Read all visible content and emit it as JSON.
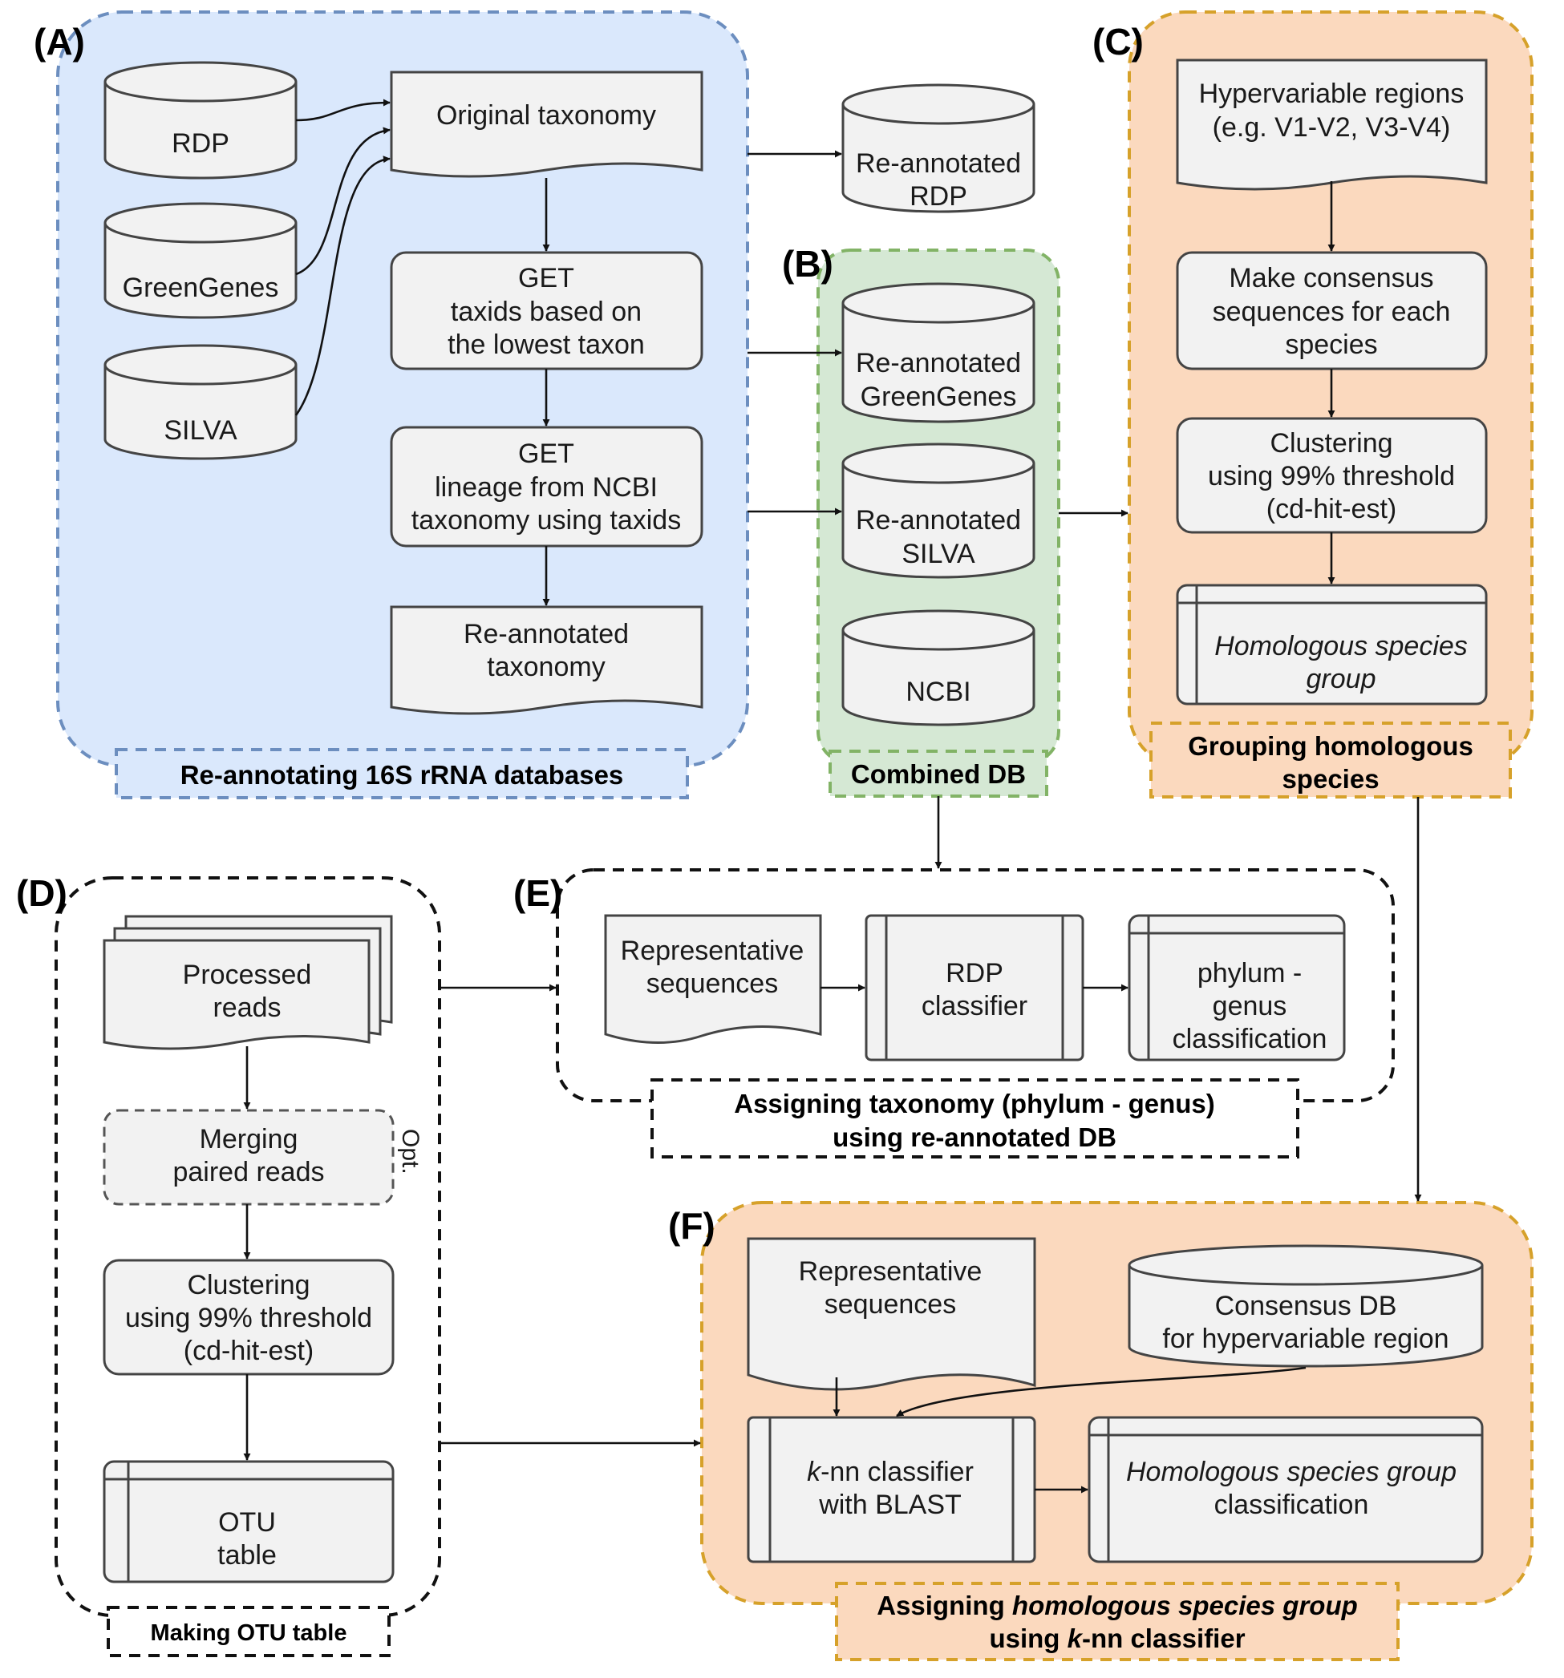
{
  "panels": {
    "a": {
      "letter": "(A)",
      "caption": "Re-annotating 16S rRNA databases"
    },
    "b": {
      "letter": "(B)",
      "caption": "Combined DB"
    },
    "c": {
      "letter": "(C)",
      "caption_line1": "Grouping homologous",
      "caption_line2": "species"
    },
    "d": {
      "letter": "(D)",
      "caption": "Making OTU table"
    },
    "e": {
      "letter": "(E)",
      "caption_line1": "Assigning taxonomy (phylum - genus)",
      "caption_line2": "using re-annotated DB"
    },
    "f": {
      "letter": "(F)",
      "caption_l1_a": "Assigning ",
      "caption_l1_b": "homologous species group",
      "caption_l2_a": "using ",
      "caption_l2_b": "k",
      "caption_l2_c": "-nn classifier"
    }
  },
  "nodes": {
    "rdp": "RDP",
    "greengenes": "GreenGenes",
    "silva": "SILVA",
    "original_taxonomy": "Original taxonomy",
    "get_taxids": [
      "GET",
      "taxids based on",
      "the lowest taxon"
    ],
    "get_lineage": [
      "GET",
      "lineage from NCBI",
      "taxonomy using taxids"
    ],
    "reannotated_taxonomy": [
      "Re-annotated",
      "taxonomy"
    ],
    "reann_rdp": [
      "Re-annotated",
      "RDP"
    ],
    "reann_greengenes": [
      "Re-annotated",
      "GreenGenes"
    ],
    "reann_silva": [
      "Re-annotated",
      "SILVA"
    ],
    "ncbi": "NCBI",
    "hypervariable": [
      "Hypervariable regions",
      "(e.g. V1-V2, V3-V4)"
    ],
    "consensus": [
      "Make consensus",
      "sequences for each",
      "species"
    ],
    "clustering_c": [
      "Clustering",
      "using 99% threshold",
      "(cd-hit-est)"
    ],
    "homologous_group": [
      "Homologous species",
      "group"
    ],
    "processed_reads": [
      "Processed",
      "reads"
    ],
    "merging": [
      "Merging",
      "paired reads"
    ],
    "optional": "Opt.",
    "clustering_d": [
      "Clustering",
      "using 99% threshold",
      "(cd-hit-est)"
    ],
    "otu_table": [
      "OTU",
      "table"
    ],
    "rep_seq_e": [
      "Representative",
      "sequences"
    ],
    "rdp_classifier": [
      "RDP",
      "classifier"
    ],
    "phylum_genus": [
      "phylum -",
      "genus",
      "classification"
    ],
    "rep_seq_f": [
      "Representative",
      "sequences"
    ],
    "consensus_db": [
      "Consensus DB",
      "for hypervariable region"
    ],
    "knn": {
      "k": "k",
      "rest": "-nn classifier",
      "line2": "with BLAST"
    },
    "homologous_class": [
      "Homologous species group",
      "classification"
    ]
  },
  "colors": {
    "panel_a_fill": "#dae8fc",
    "panel_a_stroke": "#6c8ebf",
    "panel_b_fill": "#d5e8d4",
    "panel_b_stroke": "#82b366",
    "panel_cf_fill": "#fbd9be",
    "panel_cf_stroke": "#d6a12a",
    "node_fill": "#f2f2f2",
    "node_stroke": "#444444"
  }
}
